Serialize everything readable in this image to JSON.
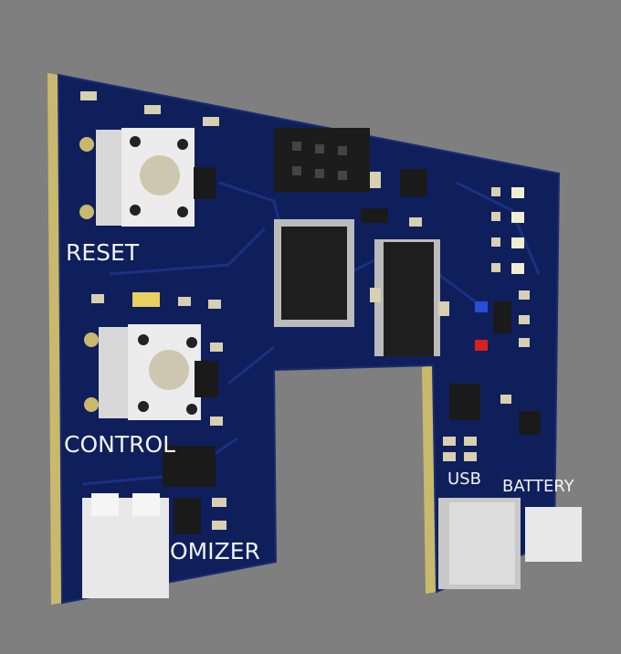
{
  "scene": {
    "background_color": "#7f7f7f",
    "board_color": "#0f1f5c",
    "edge_color": "#c8b86a",
    "labels": {
      "reset": "RESET",
      "control": "CONTROL",
      "atomizer": "OMIZER",
      "usb": "USB",
      "battery": "BATTERY"
    }
  }
}
